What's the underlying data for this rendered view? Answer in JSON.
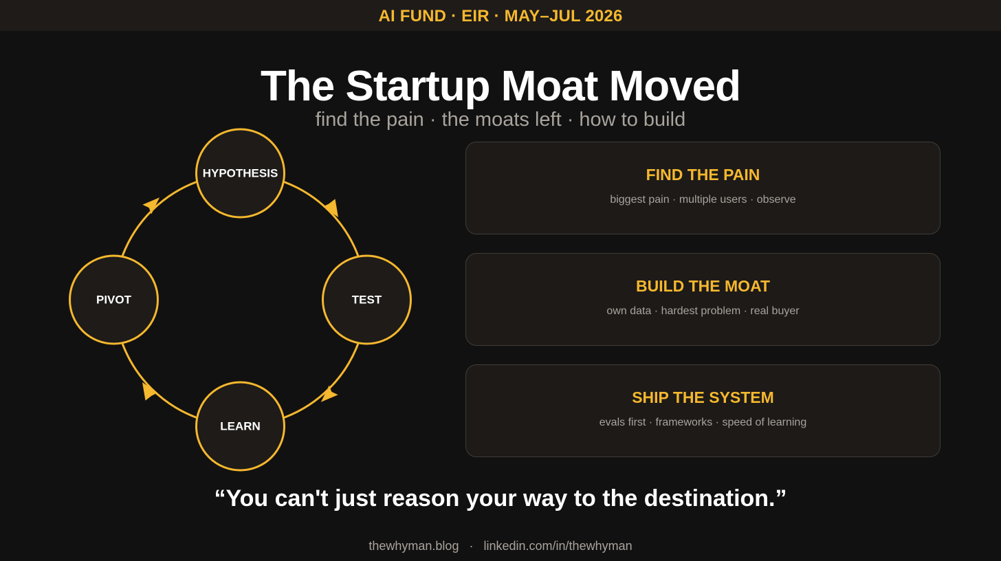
{
  "header": {
    "banner": "AI FUND · EIR · MAY–JUL 2026"
  },
  "title": "The Startup Moat Moved",
  "subtitle": "find the pain · the moats left · how to build",
  "cycle": {
    "nodes": [
      "HYPOTHESIS",
      "TEST",
      "LEARN",
      "PIVOT"
    ],
    "accent_color": "#f5b82e"
  },
  "cards": [
    {
      "title": "FIND THE PAIN",
      "detail": "biggest pain · multiple users · observe"
    },
    {
      "title": "BUILD THE MOAT",
      "detail": "own data · hardest problem · real buyer"
    },
    {
      "title": "SHIP THE SYSTEM",
      "detail": "evals first · frameworks · speed of learning"
    }
  ],
  "quote": "“You can't just reason your way to the destination.”",
  "footer": {
    "blog": "thewhyman.blog",
    "separator": "·",
    "linkedin": "linkedin.com/in/thewhyman"
  },
  "colors": {
    "background": "#121111",
    "accent": "#f5b82e",
    "muted_text": "#a8a39c",
    "card_fill": "#1d1a18"
  }
}
